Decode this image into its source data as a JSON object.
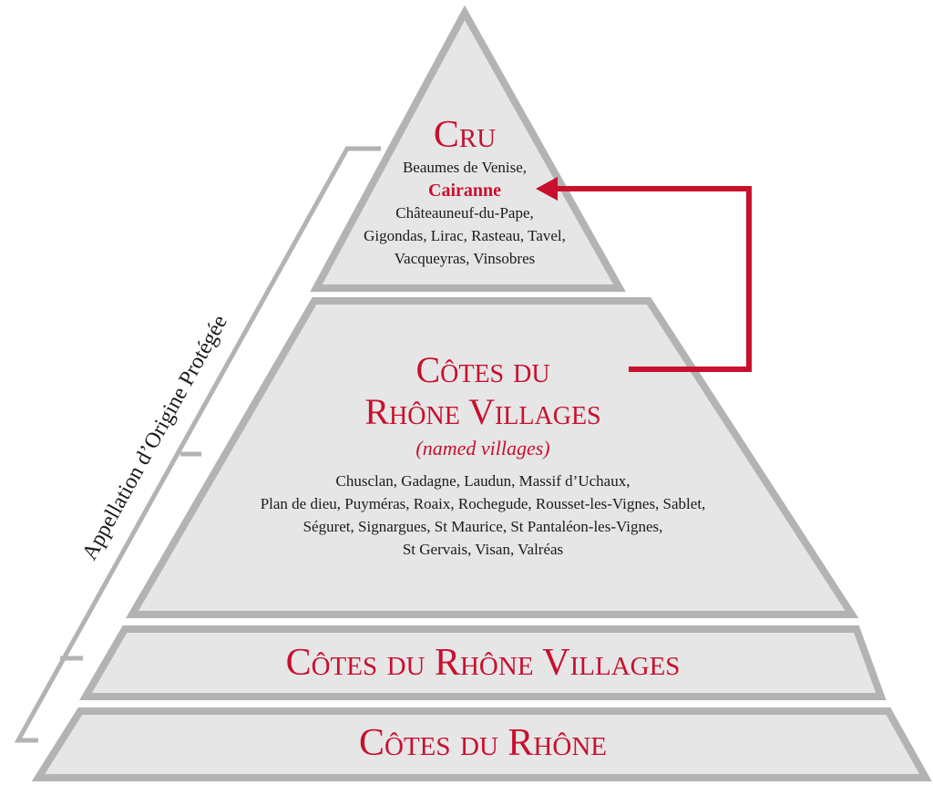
{
  "colors": {
    "accent": "#c8102e",
    "outline": "#b3b3b3",
    "fill": "#e6e6e6"
  },
  "bracket_label": "Appellation d’Origine Protégée",
  "tiers": {
    "cru": {
      "title": "Cru",
      "line1": "Beaumes de Venise,",
      "highlight": "Cairanne",
      "lines": [
        "Châteauneuf-du-Pape,",
        "Gigondas, Lirac, Rasteau, Tavel,",
        "Vacqueyras, Vinsobres"
      ]
    },
    "named_villages": {
      "title1": "Côtes du",
      "title2": "Rhône Villages",
      "subtitle": "(named villages)",
      "lines": [
        "Chusclan, Gadagne, Laudun, Massif d’Uchaux,",
        "Plan de dieu, Puyméras, Roaix, Rochegude, Rousset-les-Vignes, Sablet,",
        "Séguret, Signargues, St Maurice, St Pantaléon-les-Vignes,",
        "St Gervais, Visan, Valréas"
      ]
    },
    "villages": {
      "title": "Côtes du Rhône Villages"
    },
    "base": {
      "title": "Côtes du Rhône"
    }
  }
}
